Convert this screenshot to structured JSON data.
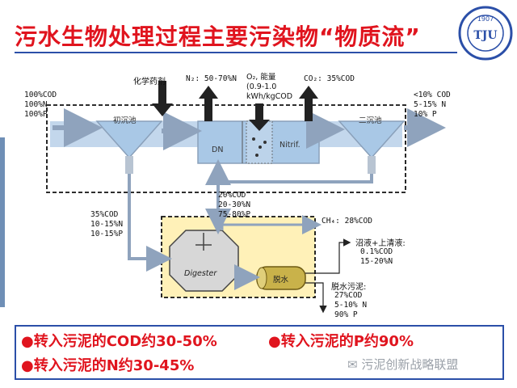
{
  "title": "污水生物处理过程主要污染物“物质流”",
  "logo": {
    "year": "1907"
  },
  "inputs": {
    "influent": "100%COD\n100%N\n100%P",
    "chemicals": "化学药剂"
  },
  "outputs": {
    "n2": "N₂: 50-70%N",
    "o2": "O₂, 能量\n(0.9-1.0\nkWh/kgCOD",
    "co2": "CO₂: 35%COD",
    "effluent": "<10% COD\n5-15% N\n10% P",
    "primary_sludge": "35%COD\n10-15%N\n10-15%P",
    "secondary_sludge": "20%COD\n20-30%N\n75-80%P",
    "ch4": "CH₄: 28%COD",
    "digester_liquor_title": "沼液+上清液:",
    "digester_liquor": "0.1%COD\n15-20%N",
    "dewatered_title": "脱水污泥:",
    "dewatered": "27%COD\n5-10% N\n90% P"
  },
  "units": {
    "primary": "初沉池",
    "secondary": "二沉池",
    "dn": "DN",
    "nitrif": "Nitrif.",
    "digester": "Digester",
    "dewatering": "脱水"
  },
  "bullets": {
    "b1": "●转入污泥的COD约30-50%",
    "b2": "●转入污泥的P约90%",
    "b3": "●转入污泥的N约30-45%"
  },
  "watermark": "污泥创新战略联盟",
  "colors": {
    "title": "#e0141e",
    "accent": "#2b4fa8",
    "water": "#a9c8e6",
    "sludge_box": "#fff1b8"
  }
}
